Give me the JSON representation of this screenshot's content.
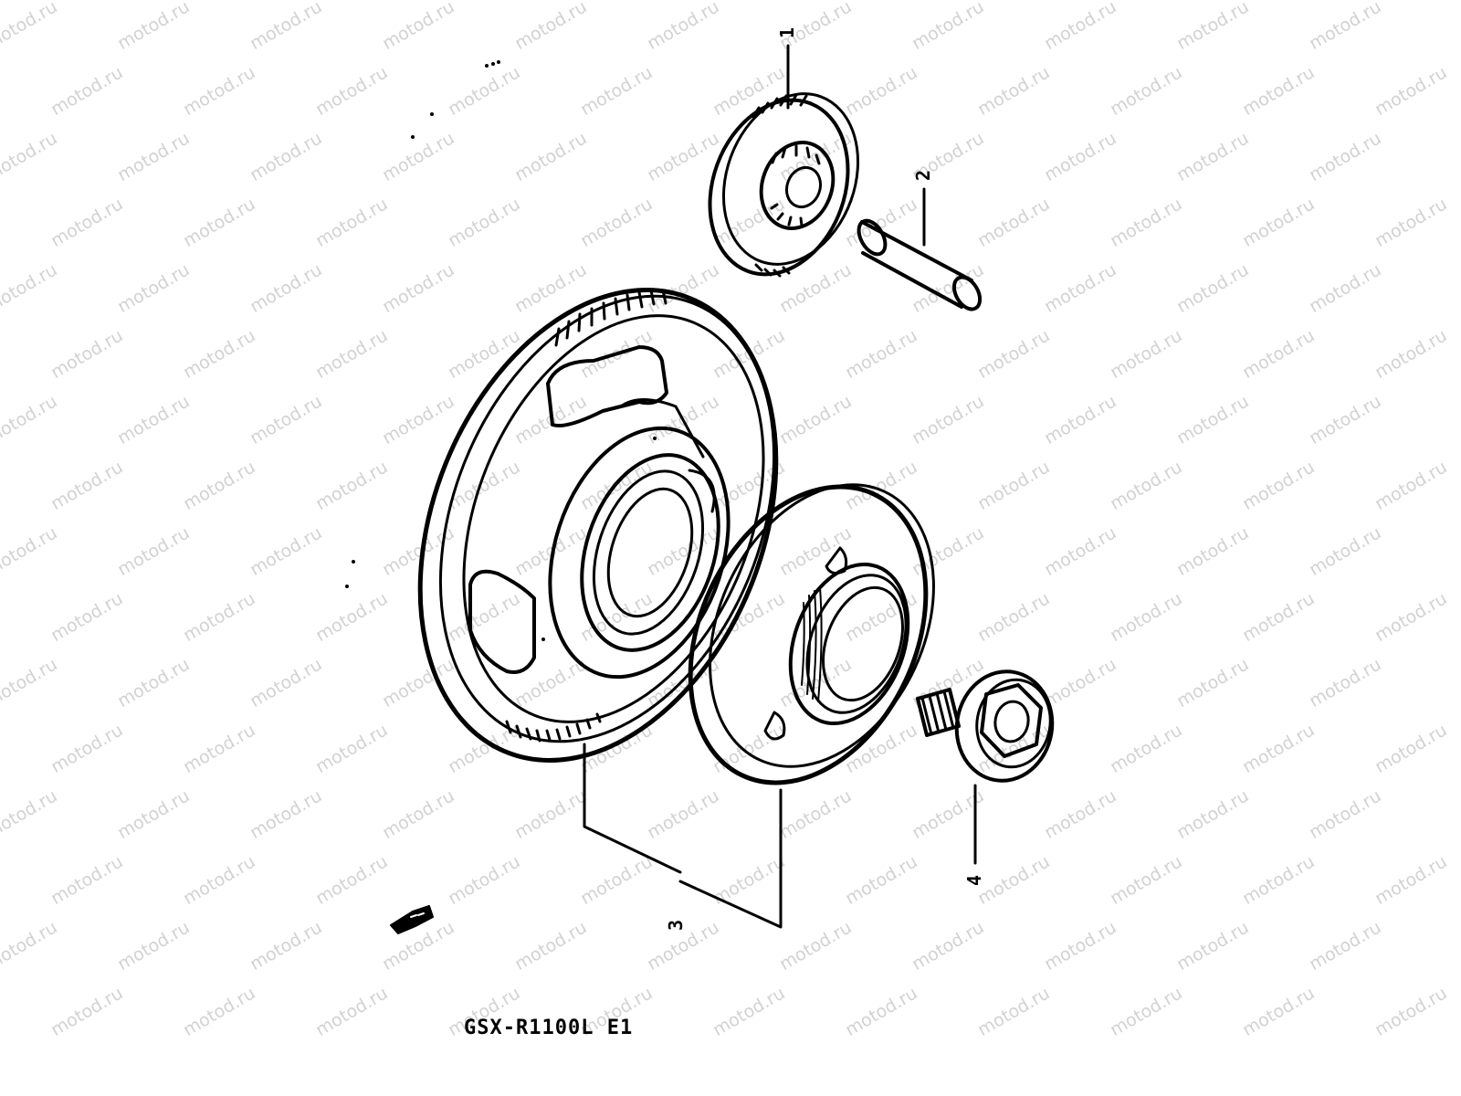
{
  "diagram": {
    "model_label": "GSX-R1100L E1",
    "watermark_text": "motod.ru",
    "callouts": [
      {
        "number": "1"
      },
      {
        "number": "2"
      },
      {
        "number": "3"
      },
      {
        "number": "4"
      }
    ],
    "ink_color": "#000000",
    "watermark_color": "#d2d2d2"
  }
}
